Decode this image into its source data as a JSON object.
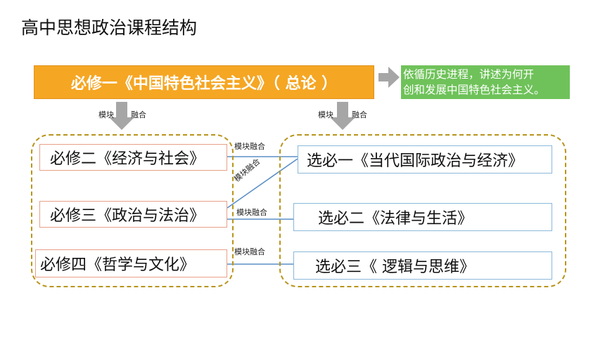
{
  "title": "高中思想政治课程结构",
  "core": {
    "label": "必修一《中国特色社会主义》（ 总论 ）"
  },
  "note": {
    "line1": "依循历史进程，讲述为何开",
    "line2": "创和发展中国特色社会主义。"
  },
  "arrow_labels": {
    "left_a": "模块",
    "left_b": "融合",
    "right_a": "模块",
    "right_b": "融合"
  },
  "required": [
    {
      "label": "必修二《经济与社会》"
    },
    {
      "label": "必修三《政治与法治》"
    },
    {
      "label": "必修四《哲学与文化》"
    }
  ],
  "elective": [
    {
      "label": "选必一《当代国际政治与经济》"
    },
    {
      "label": "选必二《法律与生活》"
    },
    {
      "label": "选必三《 逻辑与思维》"
    }
  ],
  "connector_labels": {
    "top": "模块融合",
    "diagonal": "模块融合",
    "middle": "模块融合",
    "bottom": "模块融合"
  },
  "colors": {
    "core_fill": "#f5a623",
    "note_fill": "#6fc25a",
    "arrow_gray": "#a6a6a6",
    "dashed_border": "#b8941c",
    "connector_blue": "#5b8fc7"
  }
}
